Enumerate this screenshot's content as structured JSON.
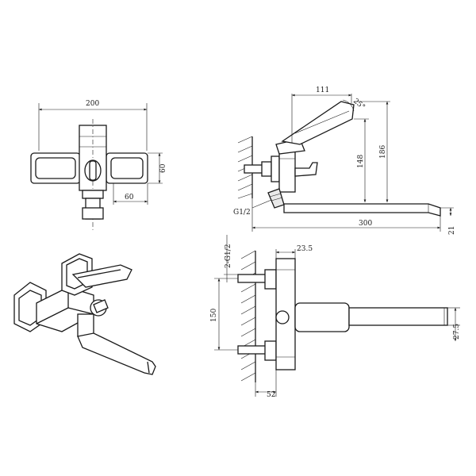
{
  "views": {
    "top": {
      "width_label": "200",
      "height_label": "60",
      "offset_label": "60"
    },
    "side": {
      "handle_reach_label": "111",
      "handle_angle_label": "25°",
      "height_a_label": "148",
      "height_b_label": "186",
      "thread_label": "G1/2",
      "spout_length_label": "300",
      "spout_drop_label": "21"
    },
    "front": {
      "thread_label": "2-G1/2",
      "depth_label": "23.5",
      "spacing_label": "150",
      "spout_height_label": "27.5",
      "body_depth_label": "52"
    }
  }
}
